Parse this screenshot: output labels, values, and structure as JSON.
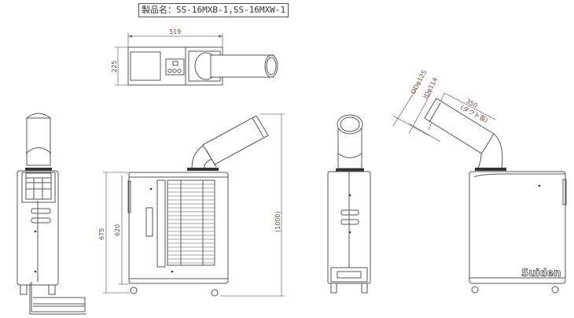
{
  "title": {
    "label": "製品名：SS-16MXB-1,SS-16MXW-1"
  },
  "top_view": {
    "width_dim": "519",
    "depth_dim": "225"
  },
  "side_view_left": {
    "total_height_dim": "675",
    "body_height_dim": "620",
    "overall_height_dim": "(1000)"
  },
  "duct_detail": {
    "outer_diameter": "ODφ125",
    "inner_diameter": "IDφ114",
    "duct_length": "350",
    "duct_length_note": "(ダクト長)"
  },
  "brand": {
    "logo_text": "Suiden"
  },
  "colors": {
    "line": "#555555",
    "dimension_text": "#6b4a3a",
    "background": "#ffffff"
  }
}
